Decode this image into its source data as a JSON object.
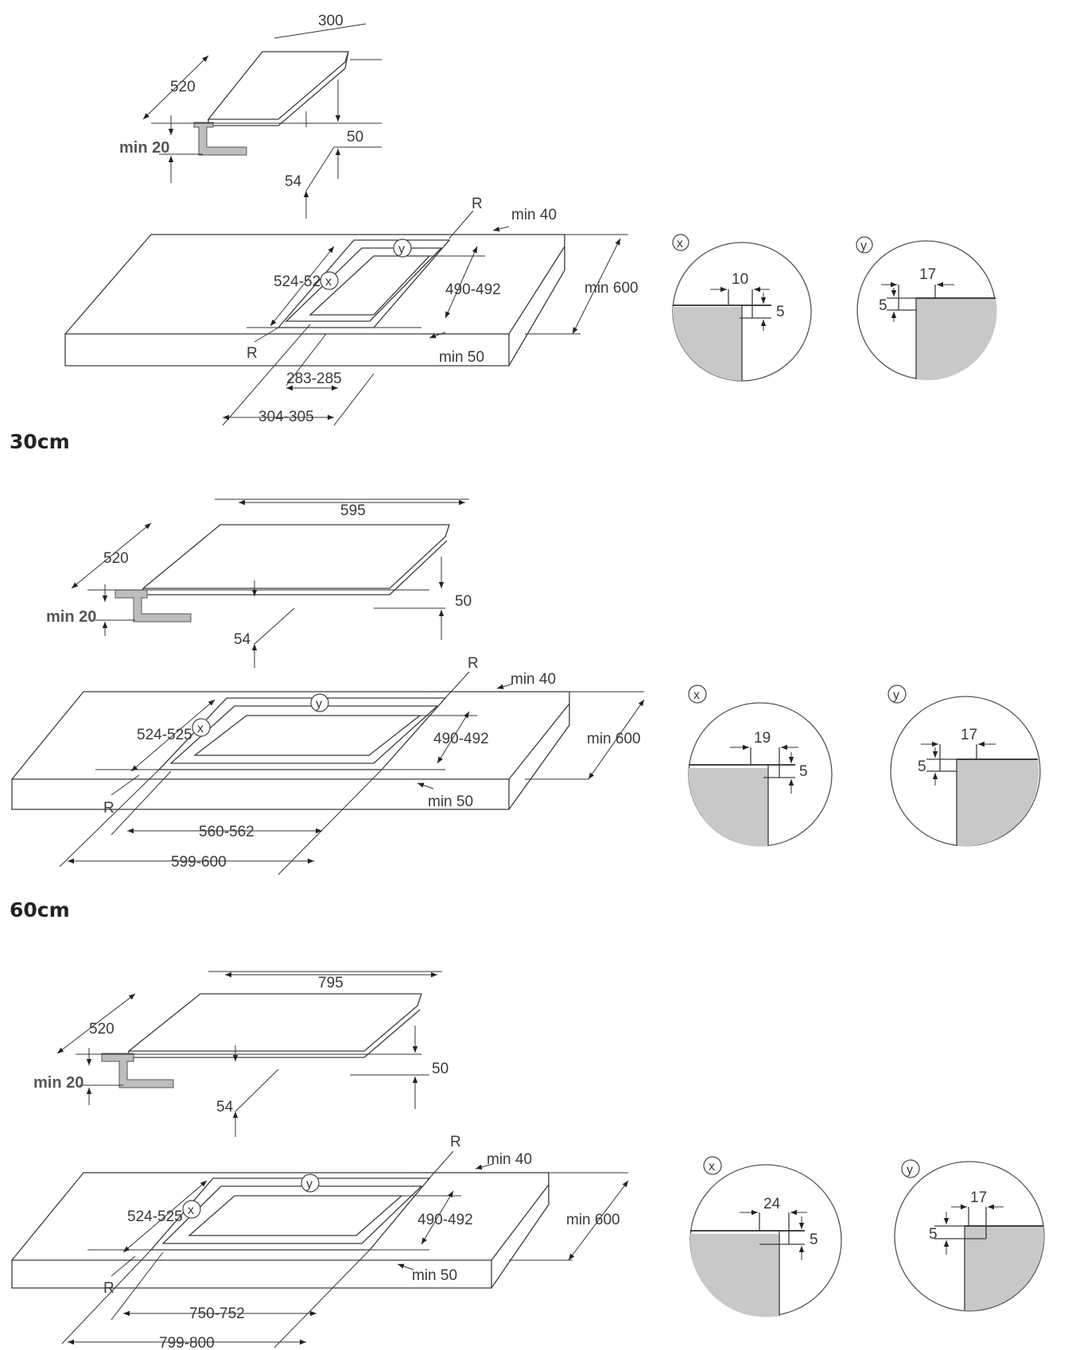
{
  "sections": [
    {
      "title": "",
      "hob": {
        "width": "300",
        "depth": "520",
        "thickness": "50",
        "depth_below": "54",
        "min_worktop": "min 20"
      },
      "cutout": {
        "depth": "490-492",
        "front_depth": "524-525",
        "inner_width": "283-285",
        "outer_width": "304-305",
        "back_gap": "min 40",
        "front_gap": "min 50",
        "worktop_depth": "min 600",
        "radius": "R"
      },
      "detail_x": {
        "label": "x",
        "gap": "10",
        "depth": "5"
      },
      "detail_y": {
        "label": "y",
        "gap": "17",
        "depth": "5"
      },
      "marker_x": "x",
      "marker_y": "y"
    },
    {
      "title": "30cm",
      "hob": {
        "width": "595",
        "depth": "520",
        "thickness": "50",
        "depth_below": "54",
        "min_worktop": "min 20"
      },
      "cutout": {
        "depth": "490-492",
        "front_depth": "524-525",
        "inner_width": "560-562",
        "outer_width": "599-600",
        "back_gap": "min 40",
        "front_gap": "min 50",
        "worktop_depth": "min 600",
        "radius": "R"
      },
      "detail_x": {
        "label": "x",
        "gap": "19",
        "depth": "5"
      },
      "detail_y": {
        "label": "y",
        "gap": "17",
        "depth": "5"
      },
      "marker_x": "x",
      "marker_y": "y"
    },
    {
      "title": "60cm",
      "hob": {
        "width": "795",
        "depth": "520",
        "thickness": "50",
        "depth_below": "54",
        "min_worktop": "min 20"
      },
      "cutout": {
        "depth": "490-492",
        "front_depth": "524-525",
        "inner_width": "750-752",
        "outer_width": "799-800",
        "back_gap": "min 40",
        "front_gap": "min 50",
        "worktop_depth": "min 600",
        "radius": "R"
      },
      "detail_x": {
        "label": "x",
        "gap": "24",
        "depth": "5"
      },
      "detail_y": {
        "label": "y",
        "gap": "17",
        "depth": "5"
      },
      "marker_x": "x",
      "marker_y": "y"
    }
  ]
}
